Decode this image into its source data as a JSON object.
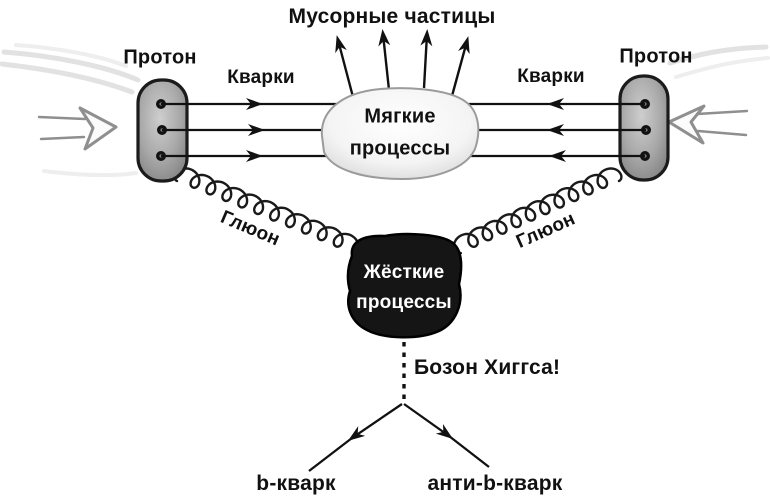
{
  "labels": {
    "junk_particles": "Мусорные частицы",
    "proton_left": "Протон",
    "proton_right": "Протон",
    "quarks_left": "Кварки",
    "quarks_right": "Кварки",
    "gluon_left": "Глюон",
    "gluon_right": "Глюон",
    "higgs_boson": "Бозон Хиггса!",
    "b_quark": "b-кварк",
    "anti_b_quark": "анти-b-кварк"
  },
  "soft_processes": {
    "line1": "Мягкие",
    "line2": "процессы"
  },
  "hard_processes": {
    "line1": "Жёсткие",
    "line2": "процессы"
  },
  "colors": {
    "background": "#ffffff",
    "ink": "#111111",
    "proton-stroke": "#1b1b1b",
    "soft-blob-stroke": "#9b9b9b",
    "hard-fill": "#151515",
    "hard-text": "#ffffff",
    "motion-streak": "#c6c6c6",
    "big-arrow": "#8f8f8f"
  }
}
